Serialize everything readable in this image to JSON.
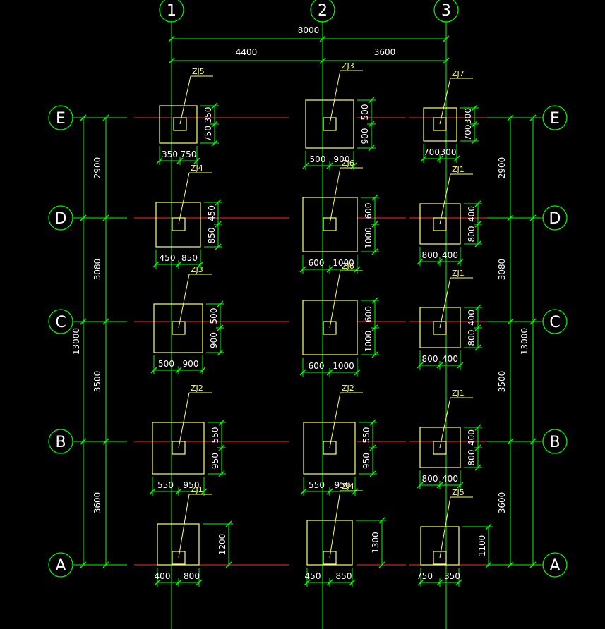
{
  "colors": {
    "background": "#000000",
    "grid_line": "#ff2a2a",
    "axis_line": "#00ff00",
    "bubble": "#00ff00",
    "dimension": "#00ff00",
    "footing": "#ffff66",
    "leader": "#ffff66",
    "text": "#ffffff",
    "tag": "#ffff66"
  },
  "axes": {
    "vertical": [
      {
        "label": "1"
      },
      {
        "label": "2"
      },
      {
        "label": "3"
      }
    ],
    "horizontal": [
      {
        "label": "E"
      },
      {
        "label": "D"
      },
      {
        "label": "C"
      },
      {
        "label": "B"
      },
      {
        "label": "A"
      }
    ]
  },
  "top_dims": {
    "total": "8000",
    "span_1_2": "4400",
    "span_2_3": "3600"
  },
  "left_dims": {
    "total": "13000",
    "segments": [
      "2900",
      "3080",
      "3500",
      "3600"
    ]
  },
  "right_dims": {
    "total": "13000",
    "segments": [
      "2900",
      "3080",
      "3500",
      "3600"
    ]
  },
  "footings": [
    {
      "tag": "ZJ5",
      "dims": [
        "350",
        "750",
        "350",
        "750"
      ]
    },
    {
      "tag": "ZJ3",
      "dims": [
        "500",
        "900",
        "500",
        "900"
      ]
    },
    {
      "tag": "ZJ7",
      "dims": [
        "300",
        "700",
        "700",
        "300"
      ]
    },
    {
      "tag": "ZJ4",
      "dims": [
        "450",
        "850",
        "450",
        "850"
      ]
    },
    {
      "tag": "ZJ6",
      "dims": [
        "600",
        "1000",
        "600",
        "1000"
      ]
    },
    {
      "tag": "ZJ1",
      "dims": [
        "400",
        "800",
        "800",
        "400"
      ]
    },
    {
      "tag": "ZJ3",
      "dims": [
        "500",
        "900",
        "500",
        "900"
      ]
    },
    {
      "tag": "ZJ6",
      "dims": [
        "600",
        "1000",
        "600",
        "1000"
      ]
    },
    {
      "tag": "ZJ1",
      "dims": [
        "400",
        "800",
        "800",
        "400"
      ]
    },
    {
      "tag": "ZJ2",
      "dims": [
        "550",
        "950",
        "550",
        "950"
      ]
    },
    {
      "tag": "ZJ2",
      "dims": [
        "550",
        "950",
        "550",
        "950"
      ]
    },
    {
      "tag": "ZJ1",
      "dims": [
        "400",
        "800",
        "800",
        "400"
      ]
    },
    {
      "tag": "ZJ1",
      "dims": [
        "1200",
        "400",
        "800"
      ]
    },
    {
      "tag": "ZJ4",
      "dims": [
        "1300",
        "450",
        "850"
      ]
    },
    {
      "tag": "ZJ5",
      "dims": [
        "1100",
        "750",
        "350"
      ]
    }
  ]
}
